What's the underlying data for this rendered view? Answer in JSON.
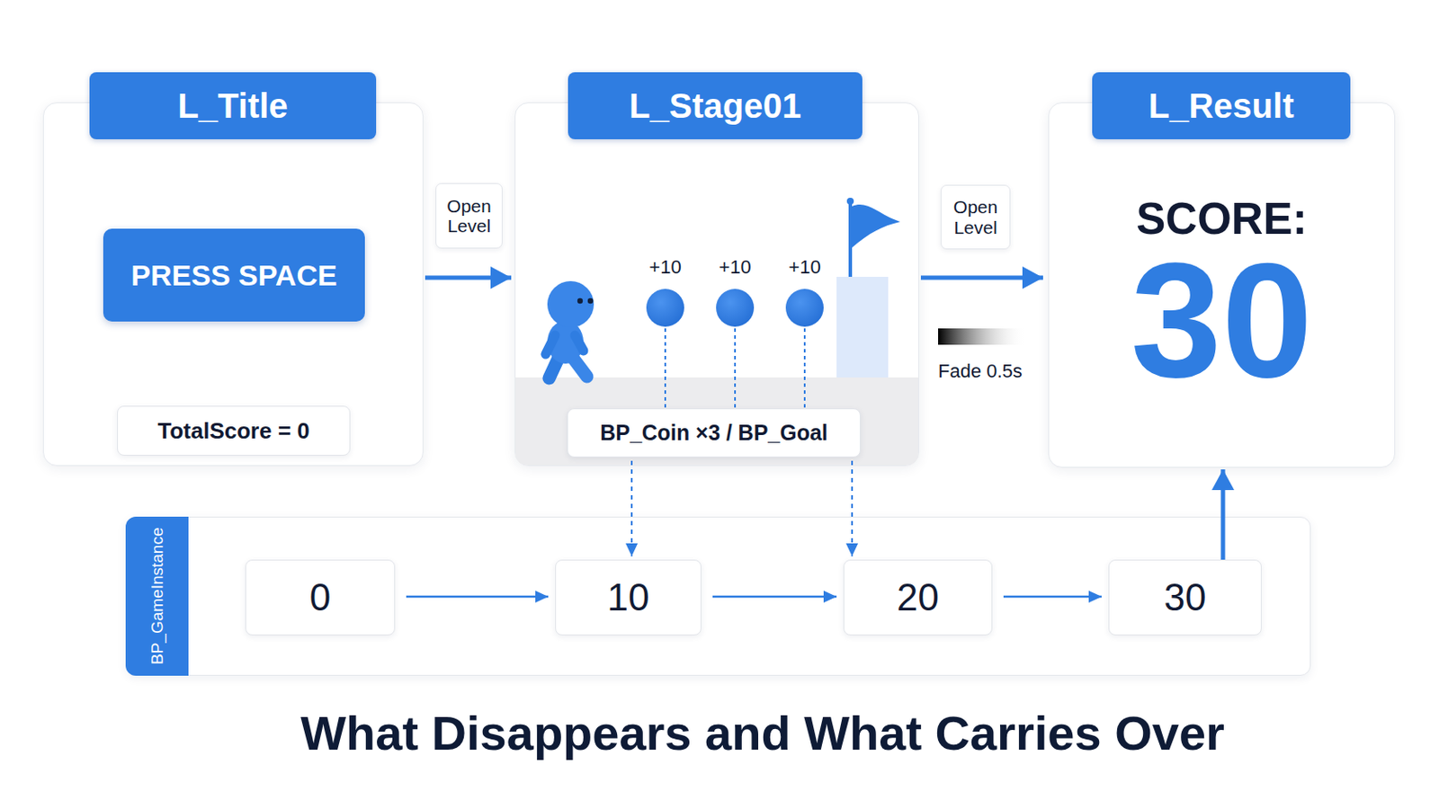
{
  "diagram": {
    "title": "What Disappears and What Carries Over",
    "nodes": [
      {
        "text": [
          "L_Title"
        ]
      },
      {
        "text": [
          "PRESS SPACE"
        ],
        "in": 0
      },
      {
        "text": [
          "TotalScore = 0"
        ],
        "in": 0
      },
      {
        "text": [
          "L_Stage01"
        ]
      },
      {
        "text": [
          "BP_Coin ×3 / BP_Goal"
        ],
        "in": 3
      },
      {
        "text": [
          "L_Result",
          "SCORE:",
          "30"
        ]
      },
      {
        "text": [
          "BP_GameInstance"
        ]
      },
      {
        "text": [
          "0"
        ],
        "in": 6
      },
      {
        "text": [
          "10"
        ],
        "in": 6
      },
      {
        "text": [
          "20"
        ],
        "in": 6
      },
      {
        "text": [
          "30"
        ],
        "in": 6
      }
    ],
    "edges": [
      {
        "from": 0,
        "to": 3,
        "arrow": "to",
        "label": "Open Level"
      },
      {
        "from": 3,
        "to": 5,
        "arrow": "to",
        "label": "Open Level"
      },
      {
        "from": 4,
        "to": 8,
        "arrow": "to"
      },
      {
        "from": 4,
        "to": 9,
        "arrow": "to"
      },
      {
        "from": 7,
        "to": 8,
        "arrow": "to"
      },
      {
        "from": 8,
        "to": 9,
        "arrow": "to"
      },
      {
        "from": 9,
        "to": 10,
        "arrow": "to"
      },
      {
        "from": 10,
        "to": 5,
        "arrow": "to"
      }
    ],
    "labels": [
      "+10",
      "+10",
      "+10",
      "Fade 0.5s"
    ]
  }
}
